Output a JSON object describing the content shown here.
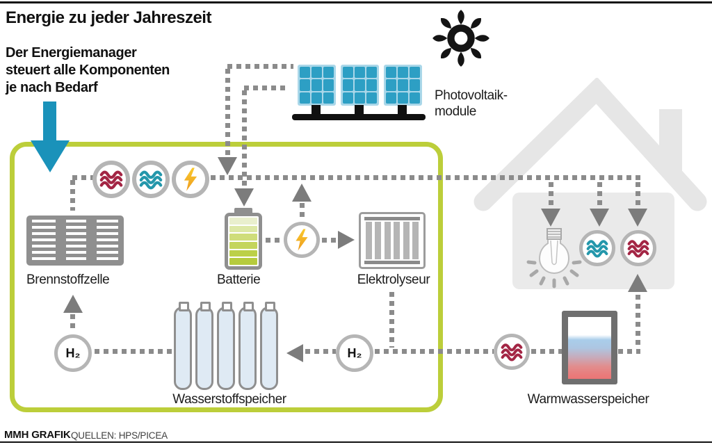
{
  "title": "Energie zu jeder Jahreszeit",
  "intro": {
    "lines": [
      "Der Energiemanager",
      "steuert alle Komponenten",
      "je nach Bedarf"
    ]
  },
  "components": {
    "pv": {
      "label_line1": "Photovoltaik-",
      "label_line2": "module"
    },
    "fuel_cell": {
      "label": "Brennstoffzelle"
    },
    "battery": {
      "label": "Batterie"
    },
    "electrolyzer": {
      "label": "Elektrolyseur"
    },
    "h2_storage": {
      "label": "Wasserstoffspeicher"
    },
    "hot_water_tank": {
      "label": "Warmwasserspeicher"
    },
    "hydrogen_symbol": "H₂"
  },
  "icons": {
    "sun": "sun-icon",
    "heat_waves": "heat-waves-icon",
    "water_waves": "water-waves-icon",
    "lightning": "lightning-icon",
    "light_bulb": "light-bulb-icon",
    "house": "house-shape"
  },
  "footer": {
    "credit": "MMH GRAFIK",
    "sources": "QUELLEN: HPS/PICEA"
  },
  "colors": {
    "system_border_green": "#bcce3a",
    "manager_arrow_blue": "#1a92ba",
    "heat_red": "#a32544",
    "water_teal": "#2397ab",
    "electric_yellow": "#f6bc25",
    "pv_cell_blue": "#2d9fc4",
    "flow_gray": "#8b8b8b",
    "house_gray": "#eaeaea"
  }
}
